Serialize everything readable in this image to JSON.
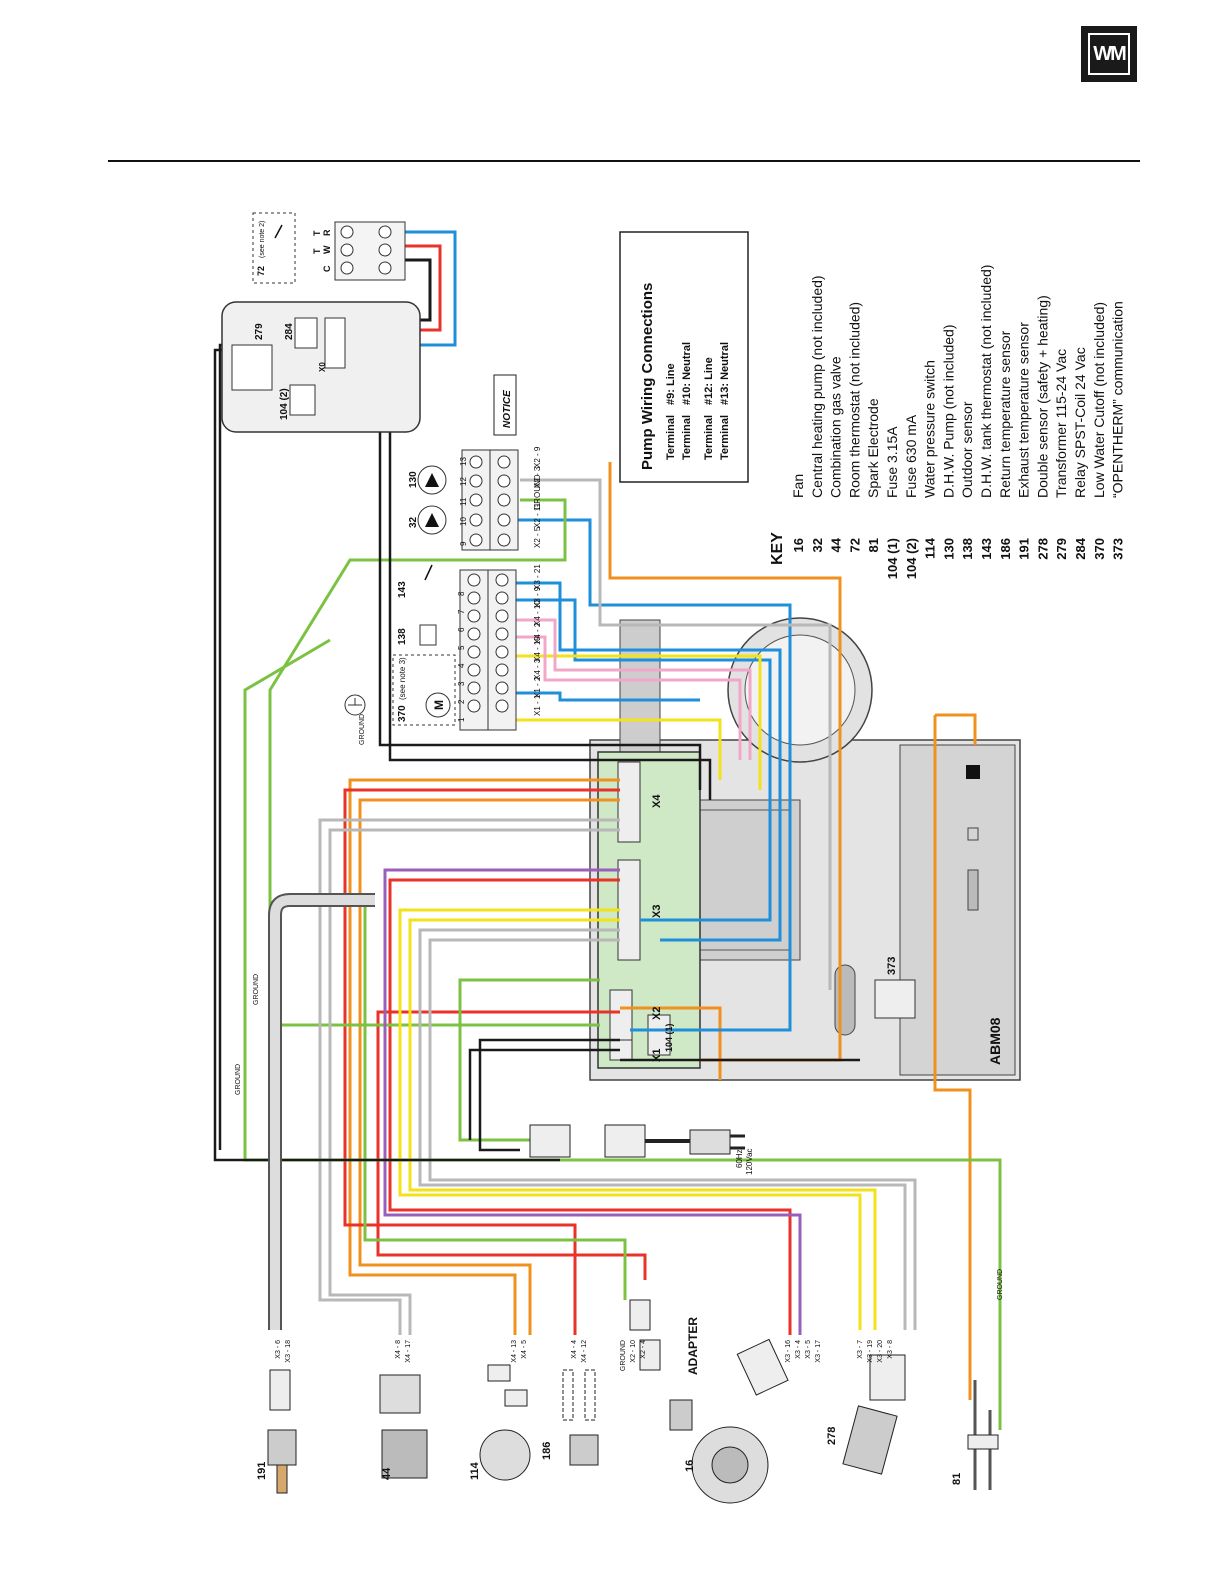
{
  "logo": {
    "text": "WM"
  },
  "pump_box": {
    "title": "Pump Wiring Connections",
    "lines": [
      {
        "terminal": "Terminal",
        "num": "#9",
        "role": ": Line"
      },
      {
        "terminal": "Terminal",
        "num": "#10",
        "role": ": Neutral"
      },
      {
        "terminal": "Terminal",
        "num": "#12",
        "role": ": Line"
      },
      {
        "terminal": "Terminal",
        "num": "#13",
        "role": ": Neutral"
      }
    ]
  },
  "key": {
    "title": "KEY",
    "items": [
      {
        "num": "16",
        "desc": "Fan"
      },
      {
        "num": "32",
        "desc": "Central heating pump (not included)"
      },
      {
        "num": "44",
        "desc": "Combination gas valve"
      },
      {
        "num": "72",
        "desc": "Room thermostat (not included)"
      },
      {
        "num": "81",
        "desc": "Spark Electrode"
      },
      {
        "num": "104 (1)",
        "desc": "Fuse 3.15A"
      },
      {
        "num": "104 (2)",
        "desc": "Fuse 630 mA"
      },
      {
        "num": "114",
        "desc": "Water pressure switch"
      },
      {
        "num": "130",
        "desc": "D.H.W. Pump (not included)"
      },
      {
        "num": "138",
        "desc": "Outdoor sensor"
      },
      {
        "num": "143",
        "desc": "D.H.W. tank thermostat (not included)"
      },
      {
        "num": "186",
        "desc": "Return temperature sensor"
      },
      {
        "num": "191",
        "desc": "Exhaust temperature sensor"
      },
      {
        "num": "278",
        "desc": "Double sensor (safety + heating)"
      },
      {
        "num": "279",
        "desc": "Transformer 115-24 Vac"
      },
      {
        "num": "284",
        "desc": "Relay SPST-Coil 24 Vac"
      },
      {
        "num": "370",
        "desc": "Low Water Cutoff (not included)"
      },
      {
        "num": "373",
        "desc": "“OPENTHERM” communication"
      }
    ]
  },
  "notice": "NOTICE",
  "board": {
    "name": "ABM08",
    "connectors": [
      "X1",
      "X2",
      "X3",
      "X4"
    ],
    "fuse": "104 (1)",
    "opentherm": "373"
  },
  "transformer": {
    "num": "279",
    "relay": "284",
    "fuse": "104 (2)",
    "conn": "X0"
  },
  "thermostat": {
    "num": "72",
    "note": "(see note 2)",
    "terminals": [
      "C",
      "W",
      "R"
    ],
    "t_labels": [
      "T",
      "T"
    ]
  },
  "terminal_strip_top": {
    "numbers": [
      "9",
      "10",
      "11",
      "12",
      "13"
    ],
    "pumps": [
      "32",
      "130"
    ],
    "wires": [
      "X2 - 5",
      "X2 - 11",
      "GROUND",
      "X2 - 3",
      "X2 - 9"
    ]
  },
  "terminal_strip_left": {
    "numbers": [
      "1",
      "2",
      "3",
      "4",
      "5",
      "6",
      "7",
      "8"
    ],
    "items": [
      "370",
      "(see note 3)",
      "138",
      "143",
      "M"
    ],
    "wires": [
      "X1 - 1",
      "X1 - 2",
      "X4 - 3",
      "X4 - 19",
      "X4 - 2",
      "X4 - 10",
      "X3 - 9",
      "X3 - 21"
    ]
  },
  "power": {
    "label1": "120Vac",
    "label2": "60Hz"
  },
  "ground": "GROUND",
  "adapter": "ADAPTER",
  "components": [
    {
      "num": "191",
      "wires": [
        "X3 - 6",
        "X3 - 18"
      ]
    },
    {
      "num": "44",
      "wires": [
        "X4 - 8",
        "X4 - 17"
      ]
    },
    {
      "num": "114",
      "wires": [
        "X4 - 13",
        "X4 - 5"
      ]
    },
    {
      "num": "186",
      "wires": [
        "X4 - 4",
        "X4 - 12"
      ]
    },
    {
      "num": "16",
      "wires": [
        "GROUND",
        "X2 - 10",
        "X2 - 4"
      ]
    },
    {
      "num": "278",
      "wires": [
        "X3 - 16",
        "X3 - 4",
        "X3 - 5",
        "X3 - 17"
      ]
    },
    {
      "num": "81",
      "wires": [
        "X3 - 7",
        "X3 - 19",
        "X3 - 20",
        "X3 - 8"
      ]
    }
  ],
  "colors": {
    "orange": "#f0901e",
    "red": "#e8322a",
    "blue": "#1e8fd8",
    "green": "#7cc242",
    "yellow": "#f2e21a",
    "gray": "#b8b8b8",
    "pink": "#f2a7c8",
    "purple": "#9a5fb8",
    "black": "#1a1a1a",
    "board_bg": "#d9d9d9",
    "pcb": "#cfe8c6"
  }
}
